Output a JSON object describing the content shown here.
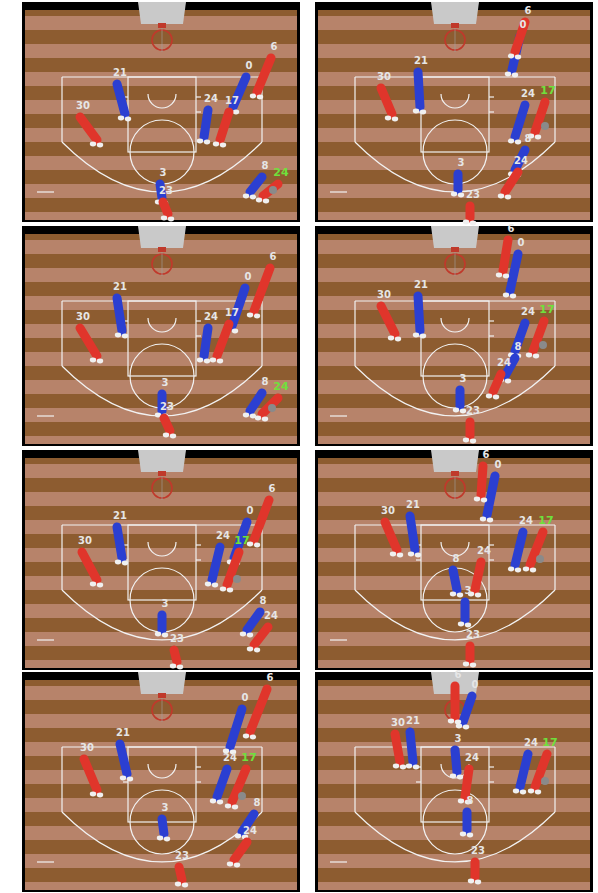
{
  "diagram": {
    "labels": [
      "21",
      "30",
      "0",
      "6",
      "24",
      "17",
      "3",
      "8",
      "24",
      "23",
      "21",
      "30",
      "0",
      "6",
      "24",
      "17",
      "3",
      "8",
      "24",
      "23",
      "21",
      "30",
      "0",
      "6",
      "24",
      "17",
      "3",
      "8",
      "24",
      "23",
      "21",
      "30",
      "0",
      "6",
      "24",
      "17",
      "3",
      "8",
      "24",
      "23",
      "21",
      "30",
      "0",
      "6",
      "24",
      "17",
      "3",
      "8",
      "24",
      "23",
      "21",
      "30",
      "0",
      "6",
      "24",
      "17",
      "3",
      "8",
      "24",
      "23",
      "21",
      "30",
      "0",
      "6",
      "24",
      "17",
      "3",
      "8",
      "24",
      "23",
      "21",
      "30",
      "0",
      "6",
      "24",
      "17",
      "3",
      "8",
      "24",
      "23"
    ]
  }
}
